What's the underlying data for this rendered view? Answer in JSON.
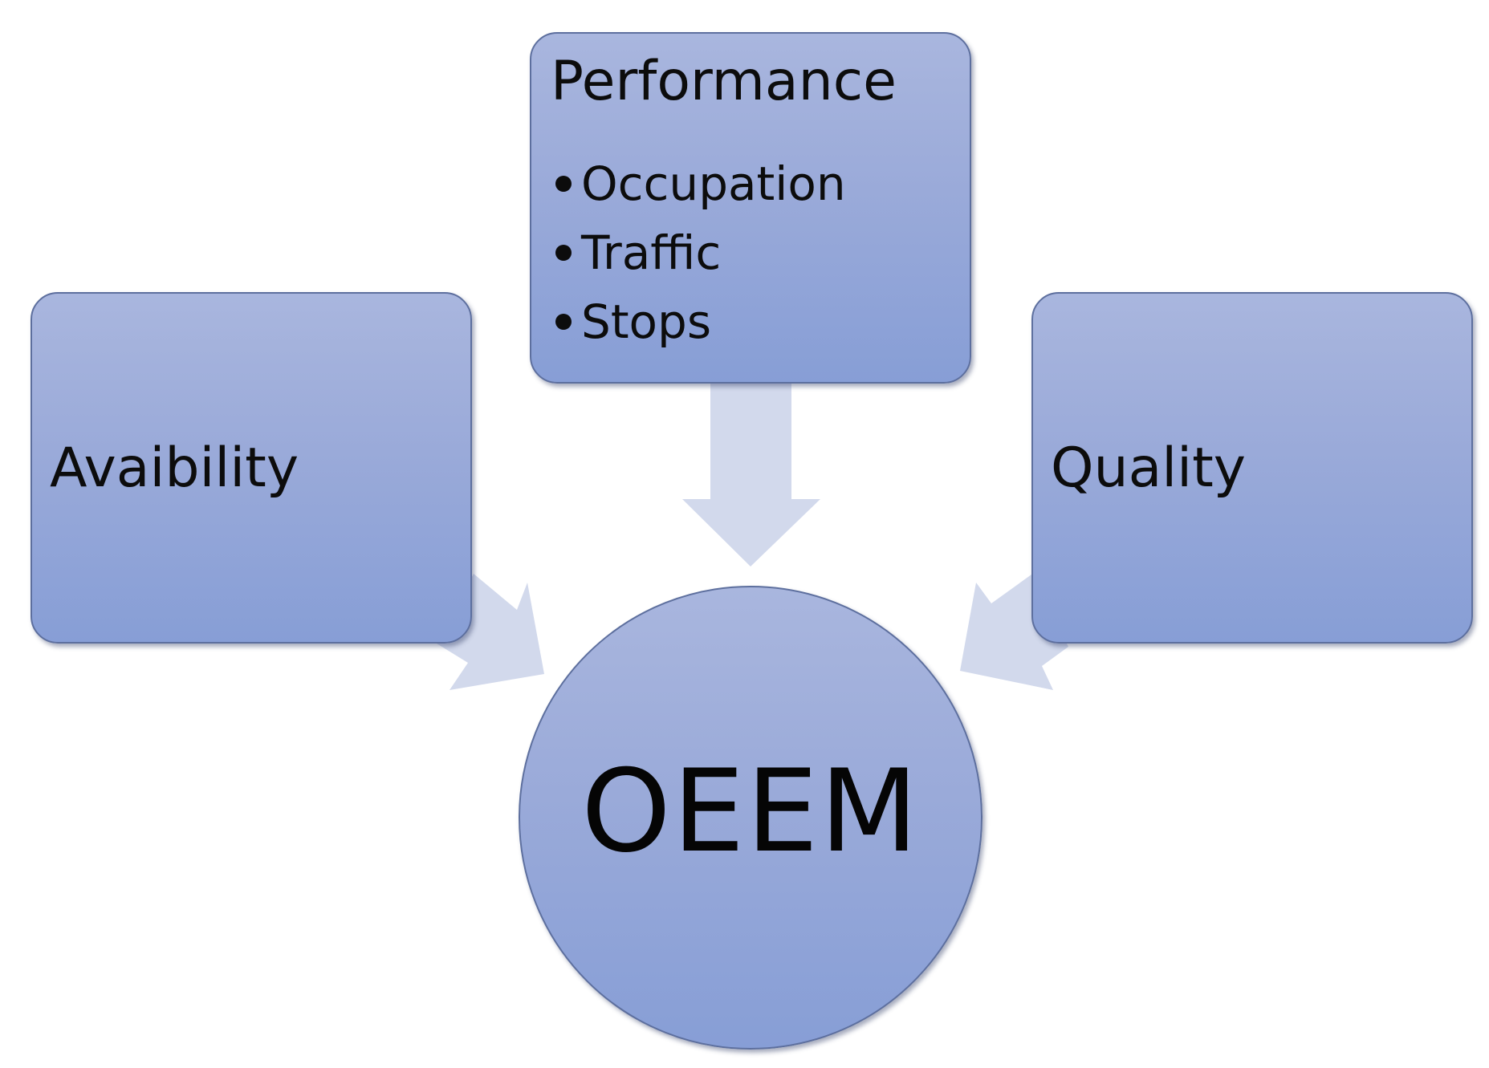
{
  "diagram": {
    "nodes": {
      "availability": {
        "title": "Avaibility"
      },
      "performance": {
        "title": "Performance",
        "bullets": [
          "Occupation",
          "Traffic",
          "Stops"
        ]
      },
      "quality": {
        "title": "Quality"
      },
      "center": {
        "label": "OEEM"
      }
    },
    "edges": [
      {
        "from": "performance",
        "to": "center"
      },
      {
        "from": "availability",
        "to": "center"
      },
      {
        "from": "quality",
        "to": "center"
      }
    ],
    "colors": {
      "node_fill_top": "#a9b6de",
      "node_fill_bottom": "#879ed6",
      "node_border": "#5d6f9e",
      "arrow_fill": "#d2d9ec",
      "text": "#0c0c0c"
    }
  }
}
